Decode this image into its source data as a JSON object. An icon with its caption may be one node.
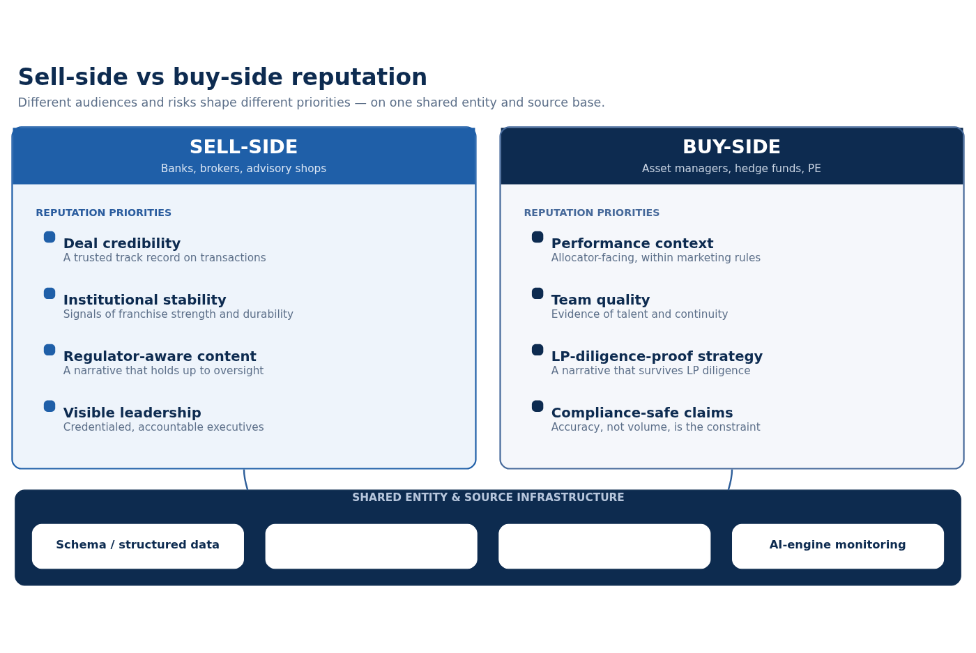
{
  "diagram": {
    "title": "Sell-side vs buy-side reputation",
    "caption": "Different audiences and risks shape different priorities — on one shared entity and source base.",
    "nodes": [
      {
        "text": [
          "SELL-SIDE",
          "Banks, brokers, advisory shops",
          "REPUTATION PRIORITIES",
          "Deal credibility",
          "A trusted track record on transactions",
          "Institutional stability",
          "Signals of franchise strength and durability",
          "Regulator-aware content",
          "A narrative that holds up to oversight",
          "Visible leadership",
          "Credentialed, accountable executives"
        ]
      },
      {
        "text": [
          "BUY-SIDE",
          "Asset managers, hedge funds, PE",
          "REPUTATION PRIORITIES",
          "Performance context",
          "Allocator-facing, within marketing rules",
          "Team quality",
          "Evidence of talent and continuity",
          "LP-diligence-proof strategy",
          "A narrative that survives LP diligence",
          "Compliance-safe claims",
          "Accuracy, not volume, is the constraint"
        ]
      },
      {
        "text": [
          "SHARED ENTITY & SOURCE INFRASTRUCTURE"
        ]
      },
      {
        "text": [
          "Schema / structured data"
        ],
        "in": 2
      },
      {
        "text": [],
        "shape": "box",
        "in": 2
      },
      {
        "text": [],
        "shape": "box",
        "in": 2
      },
      {
        "text": [
          "AI-engine monitoring"
        ],
        "in": 2
      }
    ],
    "edges": [
      {
        "from": 0,
        "to": 2,
        "arrow": "none"
      },
      {
        "from": 1,
        "to": 2,
        "arrow": "none"
      }
    ]
  }
}
